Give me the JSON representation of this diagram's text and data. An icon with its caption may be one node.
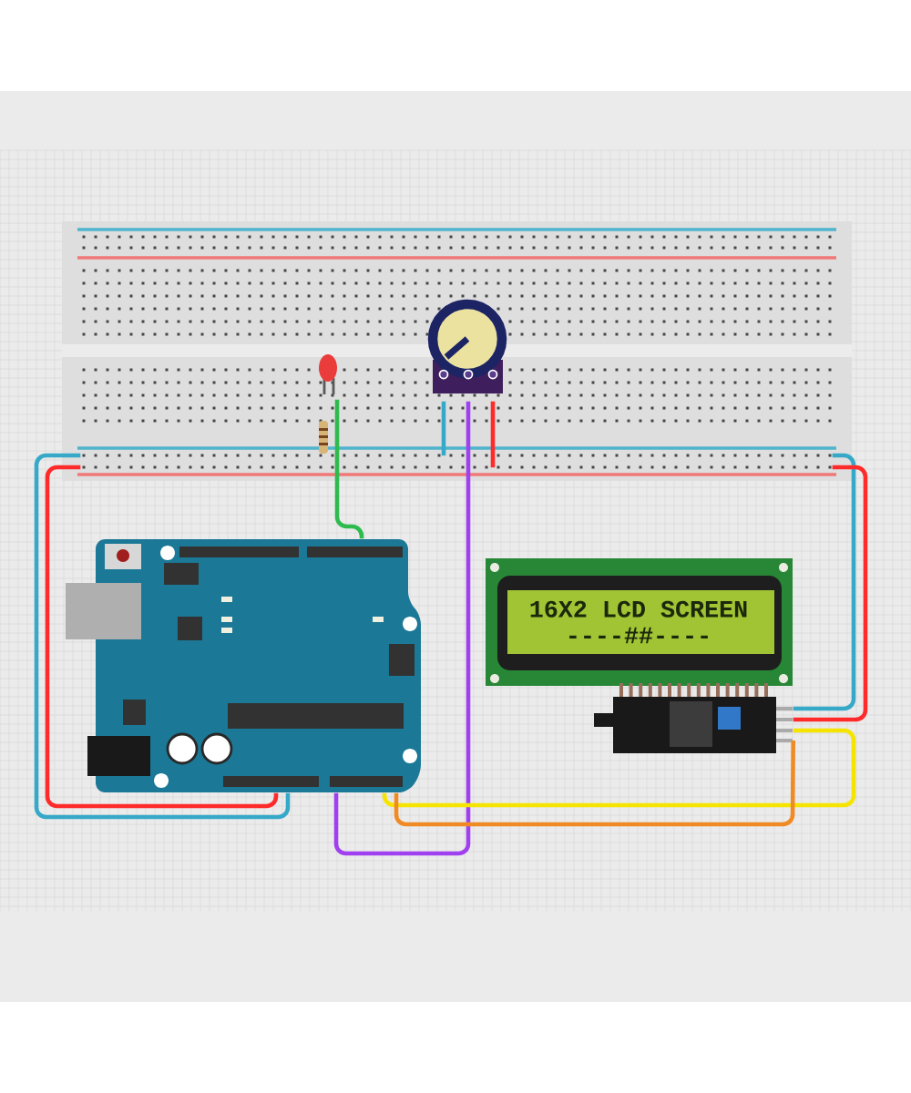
{
  "diagram": {
    "nodes": [
      {
        "text": [],
        "shape": "picture"
      },
      {
        "text": [],
        "shape": "picture",
        "in": 0
      },
      {
        "text": [],
        "shape": "picture",
        "in": 0
      },
      {
        "text": [],
        "shape": "picture",
        "in": 0
      },
      {
        "text": [],
        "shape": "picture"
      },
      {
        "text": [
          "16X2 LCD SCREEN",
          "----##----"
        ]
      },
      {
        "text": [],
        "shape": "picture"
      }
    ],
    "edges": [
      {
        "from": 4,
        "to": 0,
        "arrow": "none",
        "color": "#ff2a2a"
      },
      {
        "from": 4,
        "to": 0,
        "arrow": "none",
        "color": "#36a9c8"
      },
      {
        "from": 1,
        "to": 4,
        "arrow": "none",
        "color": "#2dbb4e"
      },
      {
        "from": 3,
        "to": 0,
        "arrow": "none",
        "color": "#36a9c8"
      },
      {
        "from": 3,
        "to": 0,
        "arrow": "none",
        "color": "#ff2a2a"
      },
      {
        "from": 3,
        "to": 4,
        "arrow": "none",
        "color": "#a040f0"
      },
      {
        "from": 0,
        "to": 6,
        "arrow": "none",
        "color": "#36a9c8"
      },
      {
        "from": 0,
        "to": 6,
        "arrow": "none",
        "color": "#ff2a2a"
      },
      {
        "from": 4,
        "to": 6,
        "arrow": "none",
        "color": "#f5e400"
      },
      {
        "from": 4,
        "to": 6,
        "arrow": "none",
        "color": "#f08a24"
      }
    ]
  }
}
